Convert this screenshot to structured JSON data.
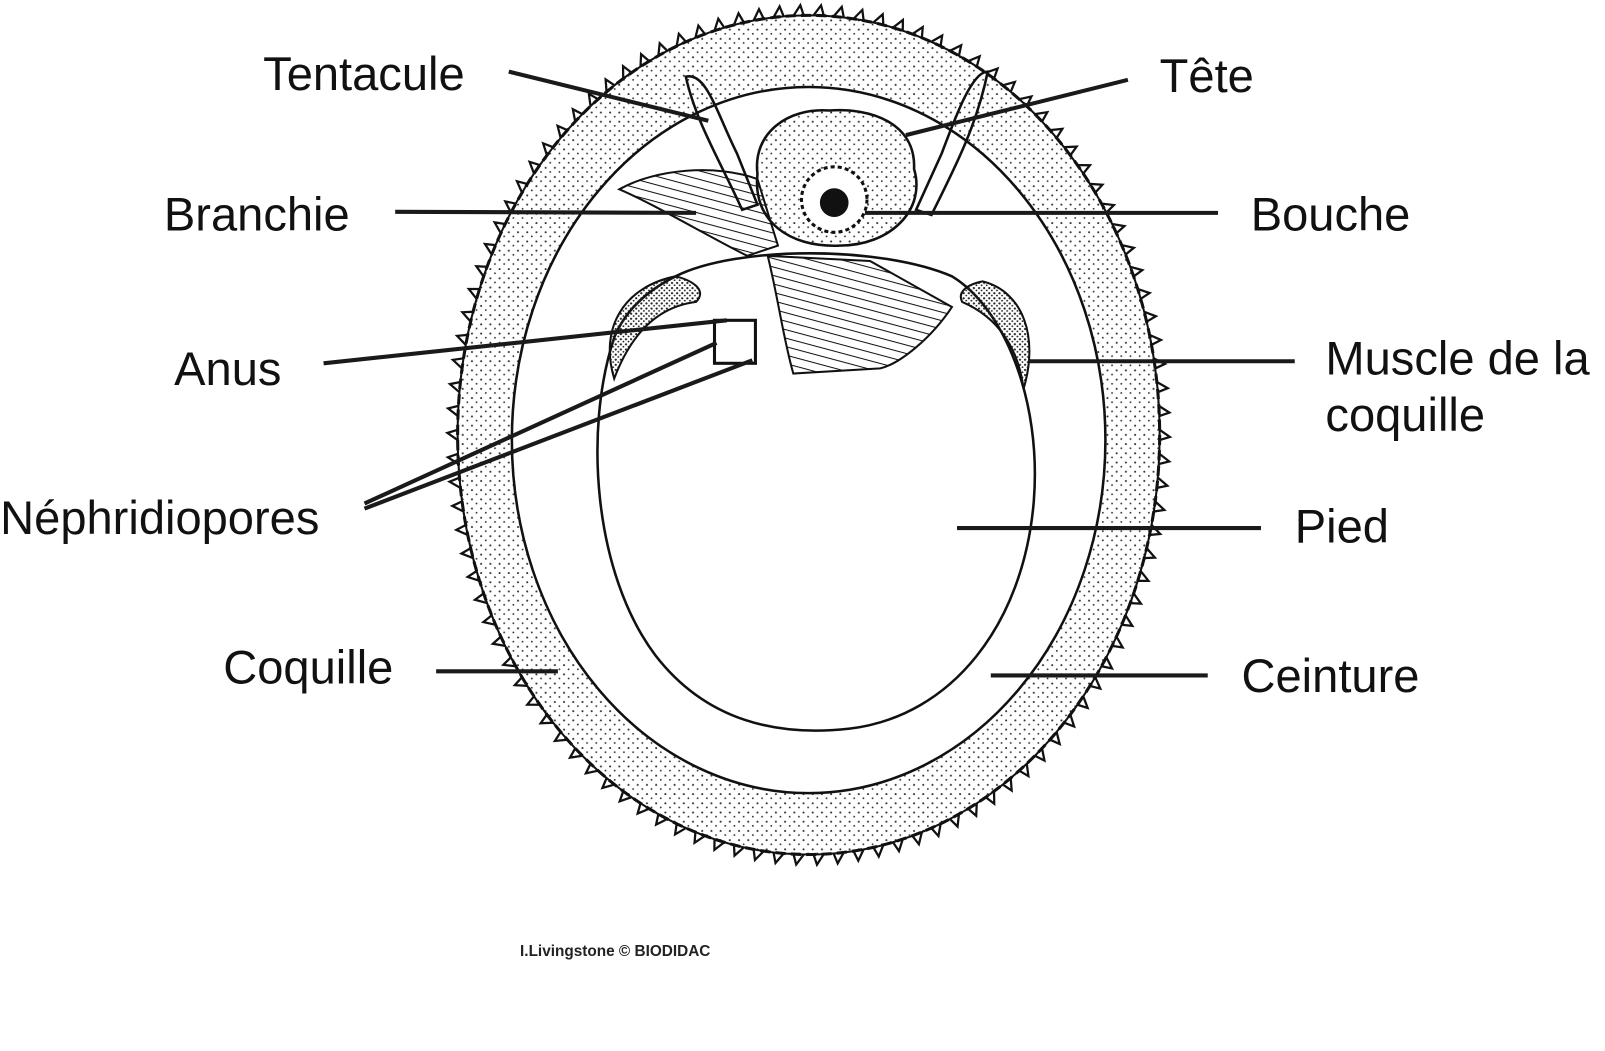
{
  "diagram": {
    "labels": {
      "tentacule": "Tentacule",
      "tete": "Tête",
      "branchie": "Branchie",
      "bouche": "Bouche",
      "anus": "Anus",
      "muscle_line1": "Muscle de la",
      "muscle_line2": "coquille",
      "nephridiopores": "Néphridiopores",
      "pied": "Pied",
      "coquille": "Coquille",
      "ceinture": "Ceinture"
    },
    "credit": "I.Livingstone © BIODIDAC"
  }
}
